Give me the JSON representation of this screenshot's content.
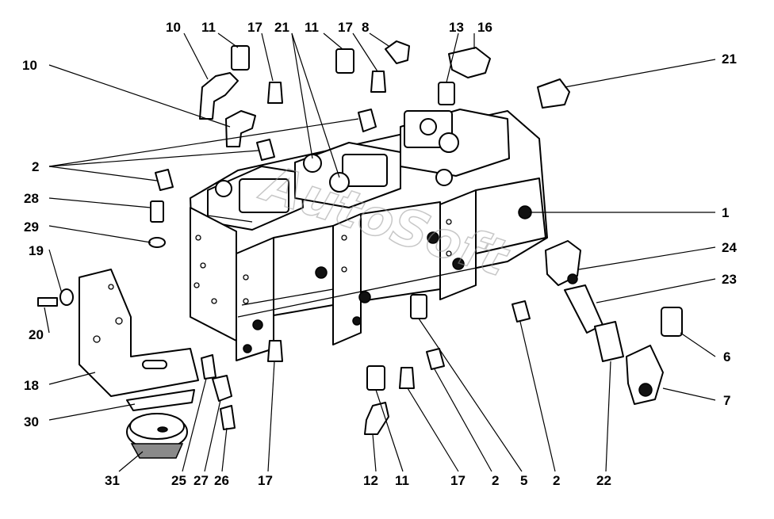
{
  "diagram": {
    "watermark": "AutoSoft",
    "callouts": [
      {
        "id": "c10a",
        "text": "10"
      },
      {
        "id": "c11a",
        "text": "11"
      },
      {
        "id": "c17a",
        "text": "17"
      },
      {
        "id": "c21a",
        "text": "21"
      },
      {
        "id": "c11b",
        "text": "11"
      },
      {
        "id": "c17b",
        "text": "17"
      },
      {
        "id": "c8",
        "text": "8"
      },
      {
        "id": "c13",
        "text": "13"
      },
      {
        "id": "c16",
        "text": "16"
      },
      {
        "id": "c10b",
        "text": "10"
      },
      {
        "id": "c21b",
        "text": "21"
      },
      {
        "id": "c2a",
        "text": "2"
      },
      {
        "id": "c28",
        "text": "28"
      },
      {
        "id": "c1",
        "text": "1"
      },
      {
        "id": "c29",
        "text": "29"
      },
      {
        "id": "c24",
        "text": "24"
      },
      {
        "id": "c19",
        "text": "19"
      },
      {
        "id": "c23",
        "text": "23"
      },
      {
        "id": "c20",
        "text": "20"
      },
      {
        "id": "c6",
        "text": "6"
      },
      {
        "id": "c18",
        "text": "18"
      },
      {
        "id": "c7",
        "text": "7"
      },
      {
        "id": "c30",
        "text": "30"
      },
      {
        "id": "c31",
        "text": "31"
      },
      {
        "id": "c25",
        "text": "25"
      },
      {
        "id": "c27",
        "text": "27"
      },
      {
        "id": "c26",
        "text": "26"
      },
      {
        "id": "c17c",
        "text": "17"
      },
      {
        "id": "c12",
        "text": "12"
      },
      {
        "id": "c11c",
        "text": "11"
      },
      {
        "id": "c17d",
        "text": "17"
      },
      {
        "id": "c2b",
        "text": "2"
      },
      {
        "id": "c5",
        "text": "5"
      },
      {
        "id": "c2c",
        "text": "2"
      },
      {
        "id": "c22",
        "text": "22"
      }
    ]
  }
}
